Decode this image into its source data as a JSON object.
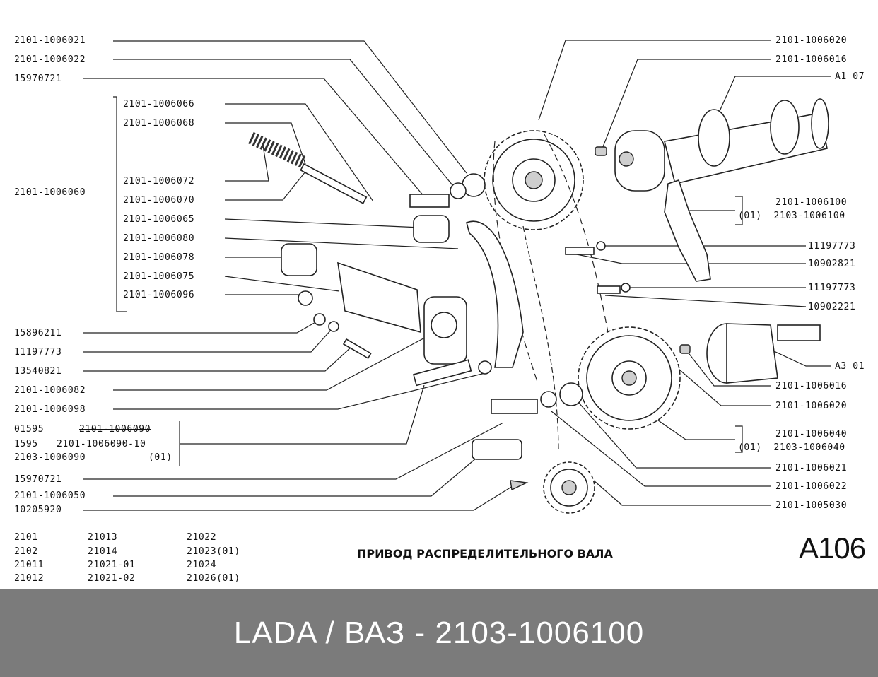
{
  "left_labels": [
    {
      "id": "l1",
      "text": "2101-1006021"
    },
    {
      "id": "l2",
      "text": "2101-1006022"
    },
    {
      "id": "l3",
      "text": "15970721"
    },
    {
      "id": "l4",
      "text": "2101-1006066"
    },
    {
      "id": "l5",
      "text": "2101-1006068"
    },
    {
      "id": "l6",
      "text": "2101-1006072"
    },
    {
      "id": "l7",
      "text": "2101-1006060"
    },
    {
      "id": "l8",
      "text": "2101-1006070"
    },
    {
      "id": "l9",
      "text": "2101-1006065"
    },
    {
      "id": "l10",
      "text": "2101-1006080"
    },
    {
      "id": "l11",
      "text": "2101-1006078"
    },
    {
      "id": "l12",
      "text": "2101-1006075"
    },
    {
      "id": "l13",
      "text": "2101-1006096"
    },
    {
      "id": "l14",
      "text": "15896211"
    },
    {
      "id": "l15",
      "text": "11197773"
    },
    {
      "id": "l16",
      "text": "13540821"
    },
    {
      "id": "l17",
      "text": "2101-1006082"
    },
    {
      "id": "l18",
      "text": "2101-1006098"
    },
    {
      "id": "l19a",
      "text": "01595"
    },
    {
      "id": "l19b",
      "text": "2101-1006090"
    },
    {
      "id": "l20a",
      "text": "1595"
    },
    {
      "id": "l20b",
      "text": "2101-1006090-10"
    },
    {
      "id": "l21a",
      "text": "2103-1006090"
    },
    {
      "id": "l21b",
      "text": "(01)"
    },
    {
      "id": "l22",
      "text": "15970721"
    },
    {
      "id": "l23",
      "text": "2101-1006050"
    },
    {
      "id": "l24",
      "text": "10205920"
    }
  ],
  "right_labels": [
    {
      "id": "r1",
      "text": "2101-1006020"
    },
    {
      "id": "r2",
      "text": "2101-1006016"
    },
    {
      "id": "r3",
      "text": "A1 07"
    },
    {
      "id": "r4",
      "text": "2101-1006100"
    },
    {
      "id": "r5",
      "text": "(01)  2103-1006100"
    },
    {
      "id": "r6",
      "text": "11197773"
    },
    {
      "id": "r7",
      "text": "10902821"
    },
    {
      "id": "r8",
      "text": "11197773"
    },
    {
      "id": "r9",
      "text": "10902221"
    },
    {
      "id": "r10",
      "text": "A3 01"
    },
    {
      "id": "r11",
      "text": "2101-1006016"
    },
    {
      "id": "r12",
      "text": "2101-1006020"
    },
    {
      "id": "r13",
      "text": "2101-1006040"
    },
    {
      "id": "r14",
      "text": "(01)  2103-1006040"
    },
    {
      "id": "r15",
      "text": "2101-1006021"
    },
    {
      "id": "r16",
      "text": "2101-1006022"
    },
    {
      "id": "r17",
      "text": "2101-1005030"
    }
  ],
  "models": {
    "col1": [
      "2101",
      "2102",
      "21011",
      "21012"
    ],
    "col2": [
      "21013",
      "21014",
      "21021-01",
      "21021-02"
    ],
    "col3": [
      "21022",
      "21023(01)",
      "21024",
      "21026(01)"
    ]
  },
  "title": "ПРИВОД РАСПРЕДЕЛИТЕЛЬНОГО ВАЛА",
  "code": "A106",
  "footer": "LADA / ВАЗ - 2103-1006100"
}
